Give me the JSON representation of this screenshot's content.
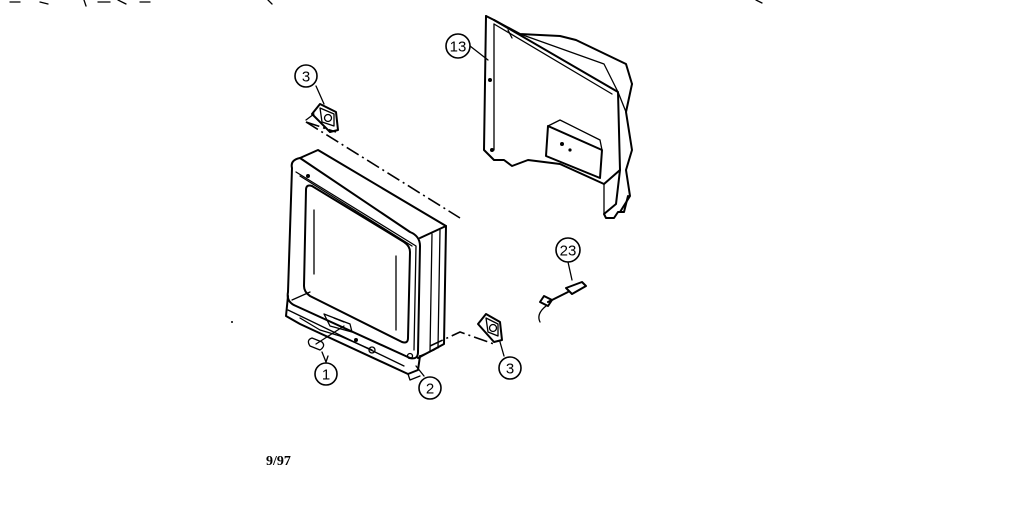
{
  "callouts": {
    "mask": "1",
    "cabinet_front": "2",
    "speaker_left": "3",
    "speaker_right": "3",
    "back_cover": "13",
    "power_cord": "23"
  },
  "footer": {
    "date": "9/97"
  }
}
